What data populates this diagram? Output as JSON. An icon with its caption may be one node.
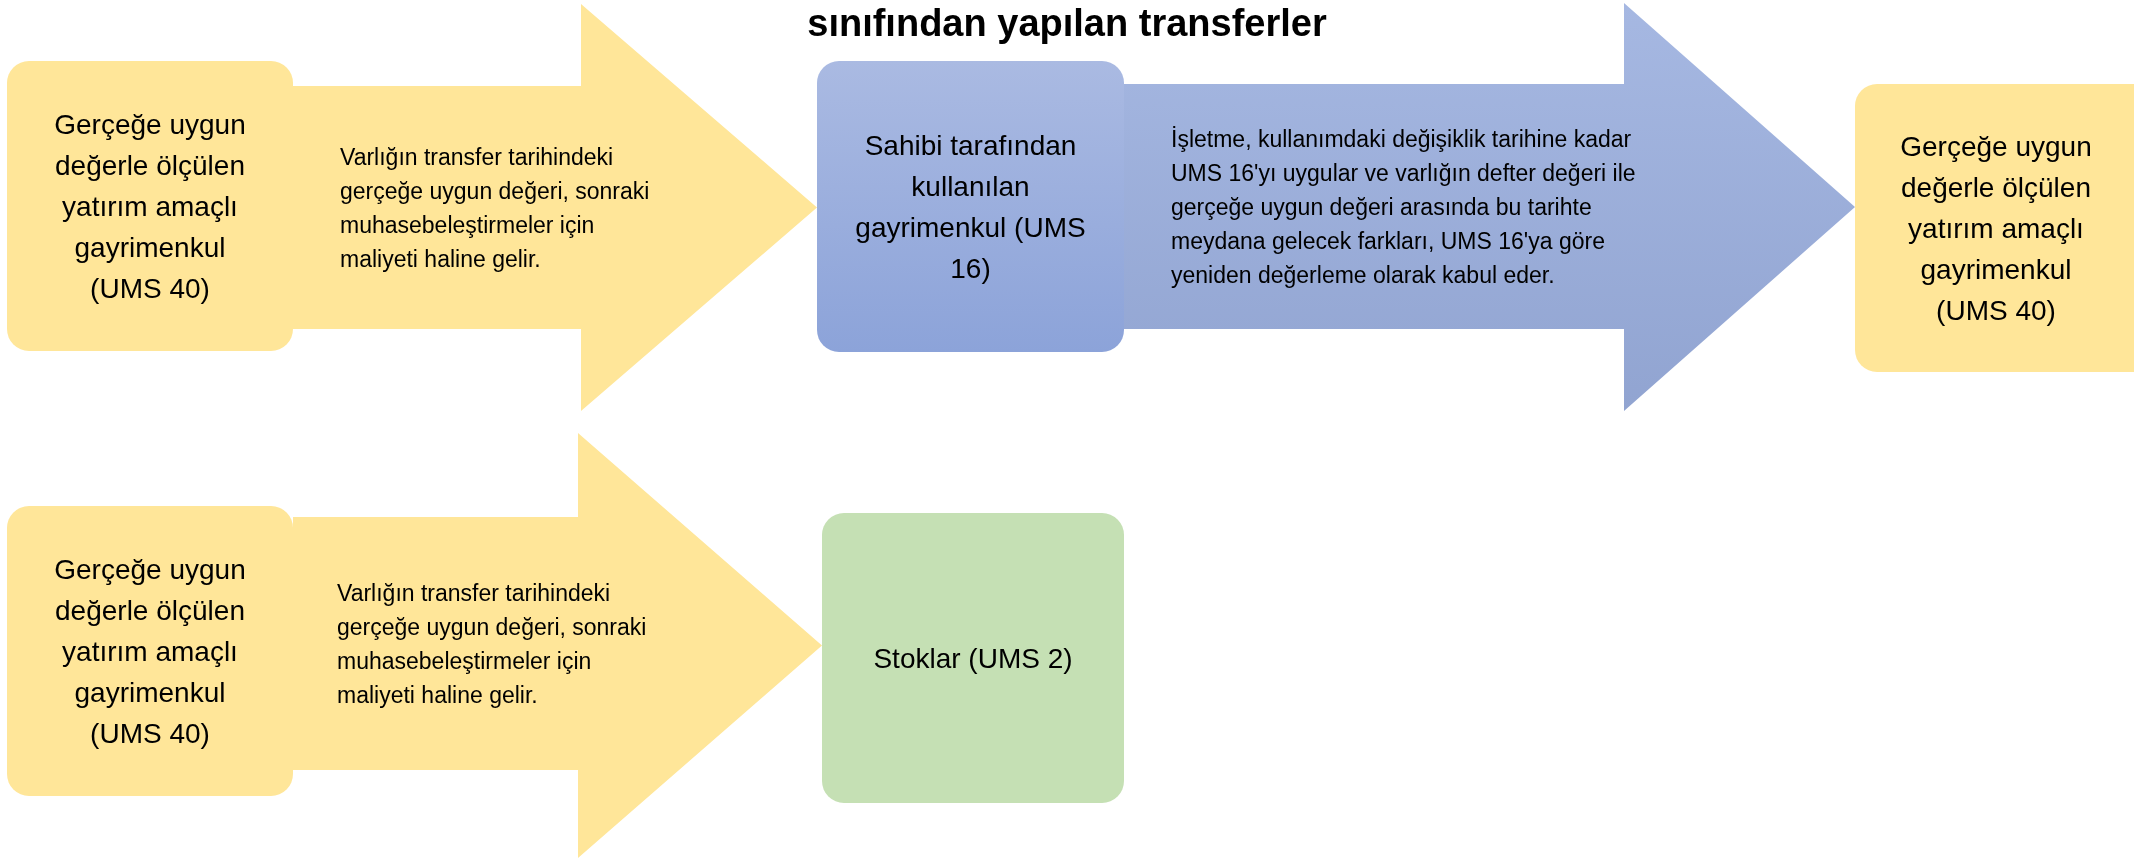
{
  "diagram": {
    "title": "sınıfından yapılan transferler",
    "nodes": [
      {
        "text": [
          "Gerçeğe uygun değerle ölçülen yatırım amaçlı gayrimenkul (UMS 40)"
        ]
      },
      {
        "text": [
          "Sahibi tarafından kullanılan gayrimenkul (UMS 16)"
        ]
      },
      {
        "text": [
          "Gerçeğe uygun değerle ölçülen yatırım amaçlı gayrimenkul (UMS 40)"
        ]
      },
      {
        "text": [
          "Gerçeğe uygun değerle ölçülen yatırım amaçlı gayrimenkul (UMS 40)"
        ]
      },
      {
        "text": [
          "Stoklar (UMS 2)"
        ]
      }
    ],
    "edges": [
      {
        "from": 0,
        "to": 1,
        "arrow": "to",
        "label": "Varlığın transfer tarihindeki gerçeğe uygun değeri, sonraki muhasebeleştirmeler için maliyeti haline gelir."
      },
      {
        "from": 1,
        "to": 2,
        "arrow": "to",
        "label": "İşletme, kullanımdaki değişiklik tarihine kadar UMS 16'yı uygular ve varlığın defter değeri ile gerçeğe uygun değeri arasında bu tarihte meydana gelecek farkları, UMS 16'ya göre yeniden değerleme olarak kabul eder.",
        "color": "#9aaede"
      },
      {
        "from": 3,
        "to": 4,
        "arrow": "to",
        "label": "Varlığın transfer tarihindeki gerçeğe uygun değeri, sonraki muhasebeleştirmeler için maliyeti haline gelir."
      }
    ]
  }
}
